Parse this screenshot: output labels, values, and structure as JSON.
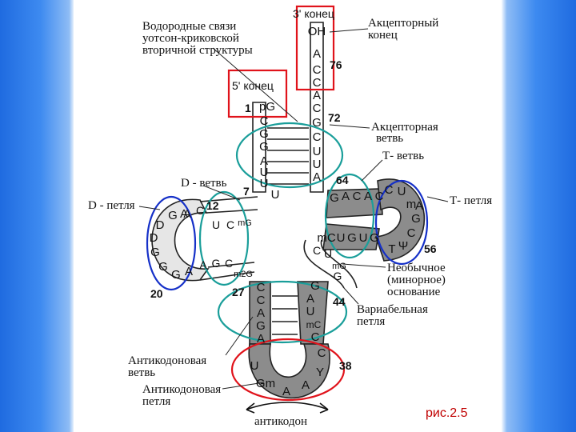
{
  "labels": {
    "end3": "3' конец",
    "hbonds": [
      "Водородные связи",
      "уотсон-криковской",
      "вторичной структуры"
    ],
    "acceptor_end": [
      "Акцепторный",
      "конец"
    ],
    "end5": "5' конец",
    "acceptor_stem": [
      "Акцепторная",
      "ветвь"
    ],
    "t_stem": "Т- ветвь",
    "t_loop": "Т- петля",
    "d_stem": "D - ветвь",
    "d_loop": "D - петля",
    "unusual_base": [
      "Необычное",
      "(минорное)",
      "основание"
    ],
    "variable_loop": [
      "Вариабельная",
      "петля"
    ],
    "anticodon_stem": [
      "Антикодоновая",
      "ветвь"
    ],
    "anticodon_loop": [
      "Антикодоновая",
      "петля"
    ],
    "anticodon": "антикодон",
    "figure": "рис.2.5"
  },
  "numbers": {
    "n76": "76",
    "n72": "72",
    "n1": "1",
    "n64": "64",
    "n7": "7",
    "n12": "12",
    "n56": "56",
    "n20": "20",
    "n27": "27",
    "n44": "44",
    "n38": "38"
  },
  "bases": {
    "acceptor_3": [
      "OH",
      "A",
      "C",
      "C",
      "A",
      "C",
      "G",
      "C",
      "U",
      "U",
      "A"
    ],
    "acceptor_5": [
      "pG",
      "C",
      "G",
      "G",
      "A",
      "U",
      "U",
      "U"
    ],
    "t_stem_top": [
      "G",
      "A",
      "C",
      "A",
      "C"
    ],
    "t_stem_bottom": [
      "mC",
      "U",
      "G",
      "U",
      "G"
    ],
    "t_loop": [
      "C",
      "U",
      "m",
      "A",
      "G",
      "C",
      "Ψ",
      "T"
    ],
    "d_stem_top": [
      "A",
      "C",
      "U",
      "C",
      "mG"
    ],
    "d_stem_bottom": [
      "A",
      "G",
      "C",
      "m2G"
    ],
    "d_loop": [
      "G",
      "A",
      "D",
      "D",
      "G",
      "G",
      "G",
      "A"
    ],
    "variable": [
      "C",
      "U",
      "mG",
      "G"
    ],
    "anticodon_stem_left": [
      "C",
      "C",
      "A",
      "G",
      "A"
    ],
    "anticodon_stem_right": [
      "G",
      "A",
      "U",
      "mC",
      "C"
    ],
    "anticodon_loop": [
      "U",
      "Gm",
      "A",
      "A",
      "Y",
      "C"
    ]
  },
  "colors": {
    "red": "#e0131b",
    "teal": "#1a9e9a",
    "blue": "#1530c8",
    "stem_fill": "#8c8c8c",
    "loop_fill": "#e6e6e6",
    "caption": "#c00000",
    "bg_blue": "#2a78e8"
  }
}
